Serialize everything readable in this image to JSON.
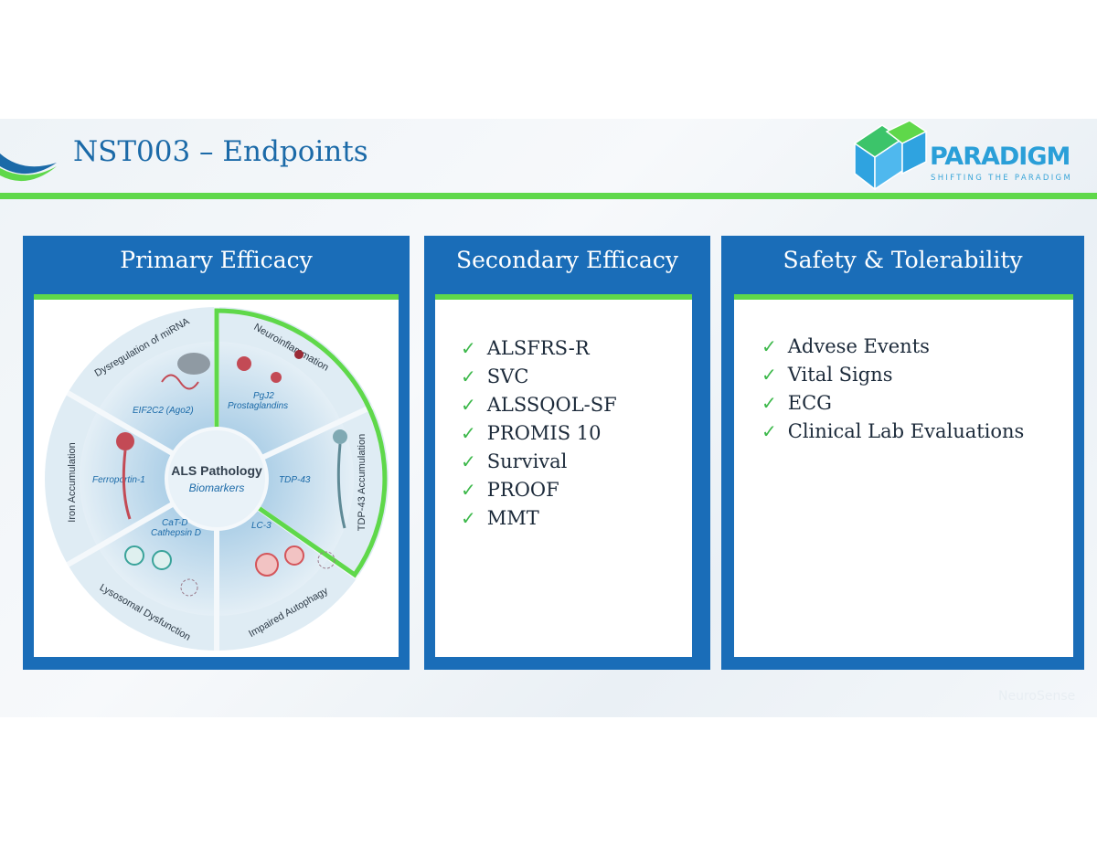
{
  "header": {
    "title": "NST003 – Endpoints",
    "logo_name": "PARADIGM",
    "logo_tagline": "SHIFTING THE PARADIGM"
  },
  "panels": [
    {
      "title": "Primary Efficacy"
    },
    {
      "title": "Secondary Efficacy",
      "items": [
        "ALSFRS-R",
        "SVC",
        "ALSSQOL-SF",
        "PROMIS 10",
        "Survival",
        "PROOF",
        "MMT"
      ]
    },
    {
      "title": "Safety & Tolerability",
      "items": [
        "Advese Events",
        "Vital Signs",
        "ECG",
        "Clinical Lab Evaluations"
      ]
    }
  ],
  "wheel": {
    "center_title": "ALS Pathology",
    "center_sub": "Biomarkers",
    "sectors": [
      {
        "name": "Neuroinflammation",
        "marker": "PgJ2 Prostaglandins",
        "highlighted": true
      },
      {
        "name": "TDP-43 Accumulation",
        "marker": "TDP-43",
        "highlighted": true
      },
      {
        "name": "Impaired Autophagy",
        "marker": "LC-3",
        "highlighted": false
      },
      {
        "name": "Lysosomal Dysfunction",
        "marker": "CaT-D Cathepsin D",
        "highlighted": false
      },
      {
        "name": "Iron Accumulation",
        "marker": "Ferroportin-1",
        "highlighted": false
      },
      {
        "name": "Dysregulation of miRNA",
        "marker": "EIF2C2 (Ago2)",
        "highlighted": false
      }
    ],
    "marker_lines": {
      "pgj2": "PgJ2",
      "prostaglandins": "Prostaglandins",
      "catd": "CaT-D",
      "cathepsin": "Cathepsin D"
    }
  },
  "watermark": "NeuroSense",
  "colors": {
    "panel_blue": "#1a6db8",
    "accent_green": "#5fd84a",
    "title_blue": "#1b6aa8"
  }
}
